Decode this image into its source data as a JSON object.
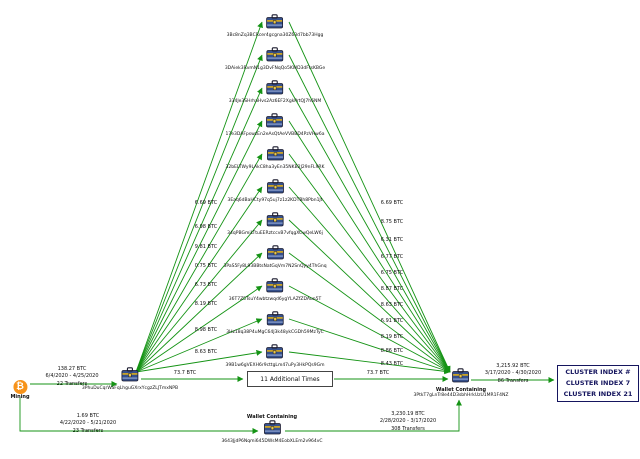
{
  "diagram": {
    "mining": {
      "label": "Mining"
    },
    "left_wallet": {
      "address": "3PhuDuCqrWaFqLhguGXrxYcgzZLJTmxNPB"
    },
    "right_wallet": {
      "title": "Wallet Containing",
      "address": "3PtkT7gLnTr8e44D3sbhHrkUzU1MR1F4NZ"
    },
    "bottom_wallet": {
      "title": "Wallet Containing",
      "address": "3643JjdP6Nqmi645DWsM4EobXLEm2v964vC"
    },
    "additional_times": "11 Additional Times",
    "cluster_box": [
      "CLUSTER INDEX #",
      "CLUSTER INDEX 7",
      "CLUSTER INDEX 21"
    ],
    "central_wallet_addresses": [
      "3Bc8nZq3BCRcer4gcgna30Z63d7bb73Hgg",
      "3DAiek3RvmN1g3DvFNqQo5KWD3dFtsKBGe",
      "334Je3SHrhaHvs2Az6EF2XgkPrtQJ7h6NM",
      "17e3DAFpswzEn2eAsQtAeVVBBD4PzVHw6a",
      "32bELTWy9LAkC8ha3yEn35NKB2J29nFL9RK",
      "3Eaq6dBaHCty97q5uj7z1z2KDTBh8Pbn1Jt",
      "34qPBGmiLTtuEERztccvB7vfqgXCwQeLW6j",
      "3PaS5Fy8L93BBtsNatGqVm7N2SnQyy4ThGnq",
      "36T7Z5TsuY4wbtzwqd6ygYLAZfZDAun5T",
      "3Hz18q38P4uMgC64J3k48ykCGDh59MzTyC",
      "39B1w6gVEXH6r9cttgLm47uPy3HkPQs9Gm"
    ],
    "left_edge_amounts": [
      "6.69 BTC",
      "6.98 BTC",
      "9.81 BTC",
      "0.75 BTC",
      "6.73 BTC",
      "8.19 BTC",
      "8.98 BTC",
      "8.63 BTC"
    ],
    "right_edge_amounts": [
      "6.69 BTC",
      "8.75 BTC",
      "6.31 BTC",
      "6.77 BTC",
      "6.75 BTC",
      "8.87 BTC",
      "8.63 BTC",
      "6.91 BTC",
      "8.19 BTC",
      "8.86 BTC",
      "8.43 BTC"
    ],
    "pass_through_left": "73.7 BTC",
    "pass_through_right": "73.7 BTC",
    "edges": {
      "mining_to_left": {
        "amount": "138.27 BTC",
        "dates": "6/4/2020 - 4/25/2020",
        "transfers": "22 Transfers"
      },
      "right_to_cluster": {
        "amount": "3,215.92 BTC",
        "dates": "3/17/2020 - 4/30/2020",
        "transfers": "86 Transfers"
      },
      "mining_to_bottom": {
        "amount": "1.69 BTC",
        "dates": "4/22/2020 - 5/21/2020",
        "transfers": "23 Transfers"
      },
      "bottom_to_right": {
        "amount": "3,230.19 BTC",
        "dates": "2/28/2020 - 3/17/2020",
        "transfers": "308 Transfers"
      }
    },
    "colors": {
      "arrow": "#149314",
      "bitcoin": "#f7931a"
    }
  }
}
